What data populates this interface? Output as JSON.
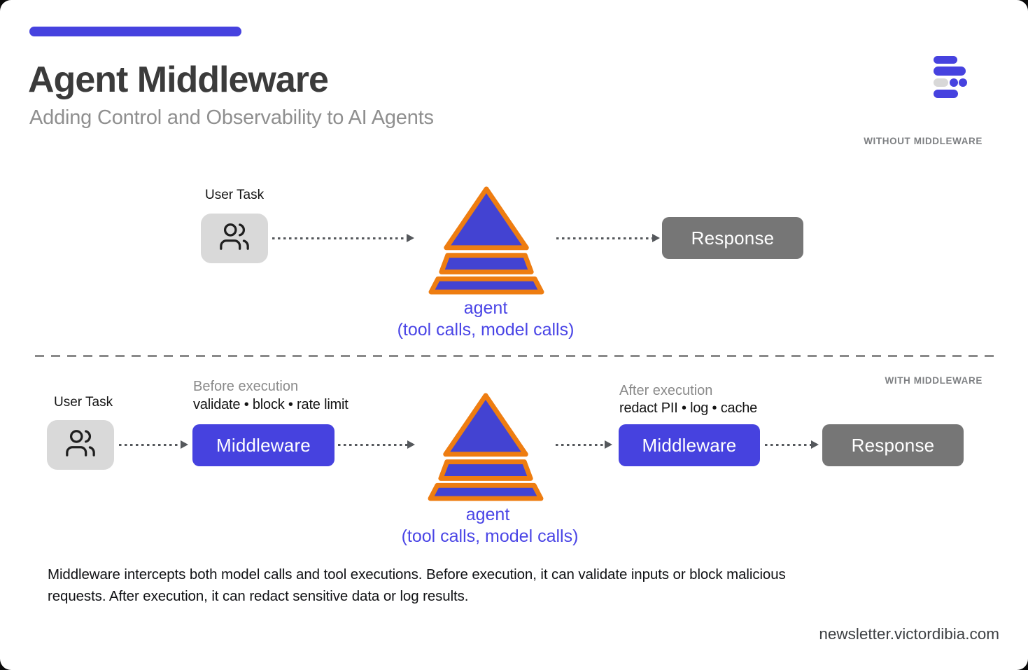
{
  "header": {
    "title": "Agent Middleware",
    "subtitle": "Adding Control and Observability to AI Agents"
  },
  "logo": {
    "icon": "bars-logo-icon"
  },
  "flow_without": {
    "section_label": "WITHOUT MIDDLEWARE",
    "user_task_label": "User Task",
    "agent": {
      "label": "agent",
      "sublabel": "(tool calls, model calls)"
    },
    "response_label": "Response"
  },
  "flow_with": {
    "section_label": "WITH MIDDLEWARE",
    "user_task_label": "User Task",
    "before": {
      "phase_label": "Before execution",
      "actions": "validate • block • rate limit",
      "node_label": "Middleware"
    },
    "after": {
      "phase_label": "After execution",
      "actions": "redact PII • log • cache",
      "node_label": "Middleware"
    },
    "agent": {
      "label": "agent",
      "sublabel": "(tool calls, model calls)"
    },
    "response_label": "Response"
  },
  "footer": {
    "description": "Middleware intercepts both model calls and tool executions. Before execution, it can validate inputs or block malicious requests. After execution, it can redact sensitive data or log results.",
    "site": "newsletter.victordibia.com"
  },
  "colors": {
    "accent_blue": "#4642df",
    "pyramid_fill": "#4343d2",
    "pyramid_stroke": "#ee7d11",
    "agent_text": "#4a45e6",
    "response_gray": "#767676",
    "user_box_gray": "#d9d9d9",
    "arrow_gray": "#55585c"
  }
}
